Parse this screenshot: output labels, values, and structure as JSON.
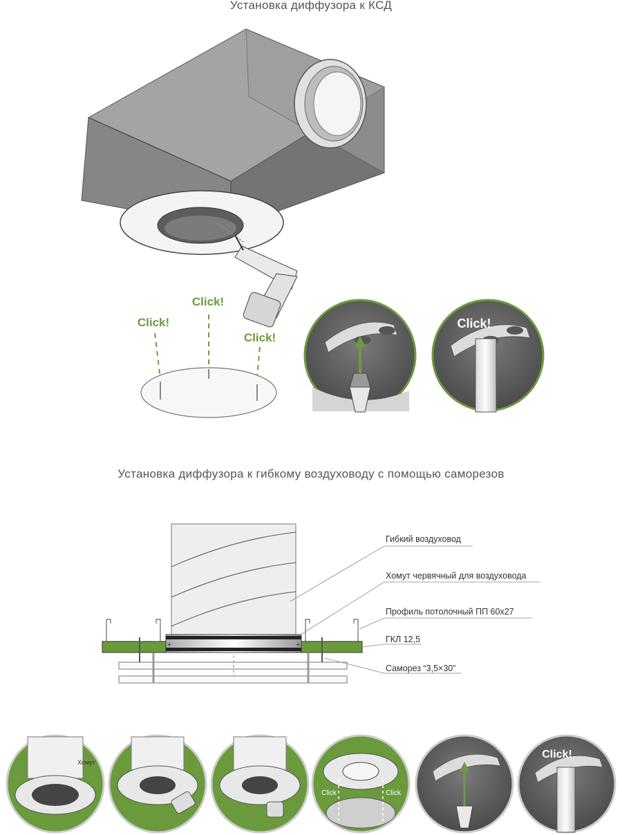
{
  "titles": {
    "section1": "Установка диффузора к КСД",
    "section2": "Установка диффузора к гибкому воздуховоду с помощью саморезов"
  },
  "clicks": {
    "left": "Click!",
    "center": "Click!",
    "right": "Click!",
    "circle_snap": "Click!",
    "bottom_snap": "Click!",
    "bottom_left": "Click",
    "bottom_right": "Click"
  },
  "labels": {
    "flex_duct": "Гибкий воздуховод",
    "clamp": "Хомут червячный для воздуховода",
    "profile": "Профиль потолочный ПП 60х27",
    "gkl": "ГКЛ 12,5",
    "screw": "Саморез “3,5×30”"
  },
  "steps": {
    "clamp_label": "Хомут"
  },
  "colors": {
    "accent_green": "#6d9a3f",
    "box_gray": "#8a8a8a",
    "gkl_green": "#6a9a3c"
  }
}
